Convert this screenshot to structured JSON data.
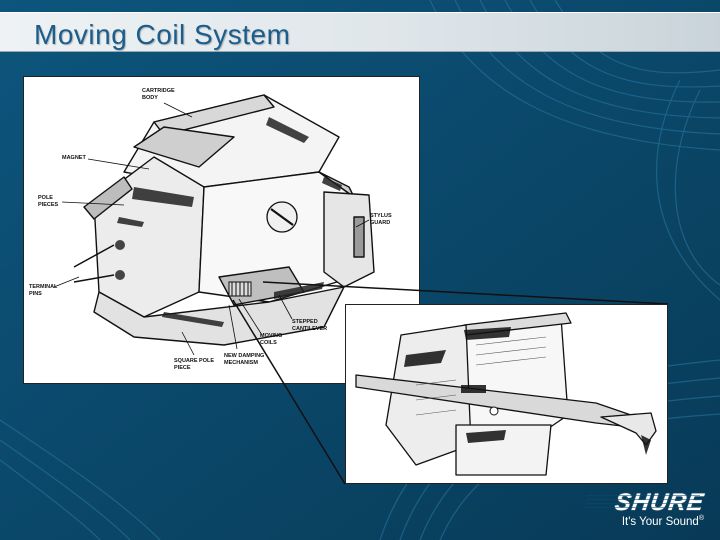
{
  "slide": {
    "title": "Moving Coil System",
    "background_color": "#0b4a6e",
    "title_color": "#1b5e8c"
  },
  "diagram": {
    "callouts": {
      "cartridge_body": "CARTRIDGE\nBODY",
      "magnet": "MAGNET",
      "pole_pieces": "POLE\nPIECES",
      "terminal_pins": "TERMINAL\nPINS",
      "stylus_guard": "STYLUS\nGUARD",
      "stepped_cantilever": "STEPPED\nCANTILEVER",
      "moving_coils": "MOVING\nCOILS",
      "new_damping_mechanism": "NEW DAMPING\nMECHANISM",
      "square_pole_piece": "SQUARE POLE\nPIECE"
    }
  },
  "logo": {
    "brand": "SHURE",
    "tagline": "It's Your Sound",
    "tagline_mark": "®"
  }
}
